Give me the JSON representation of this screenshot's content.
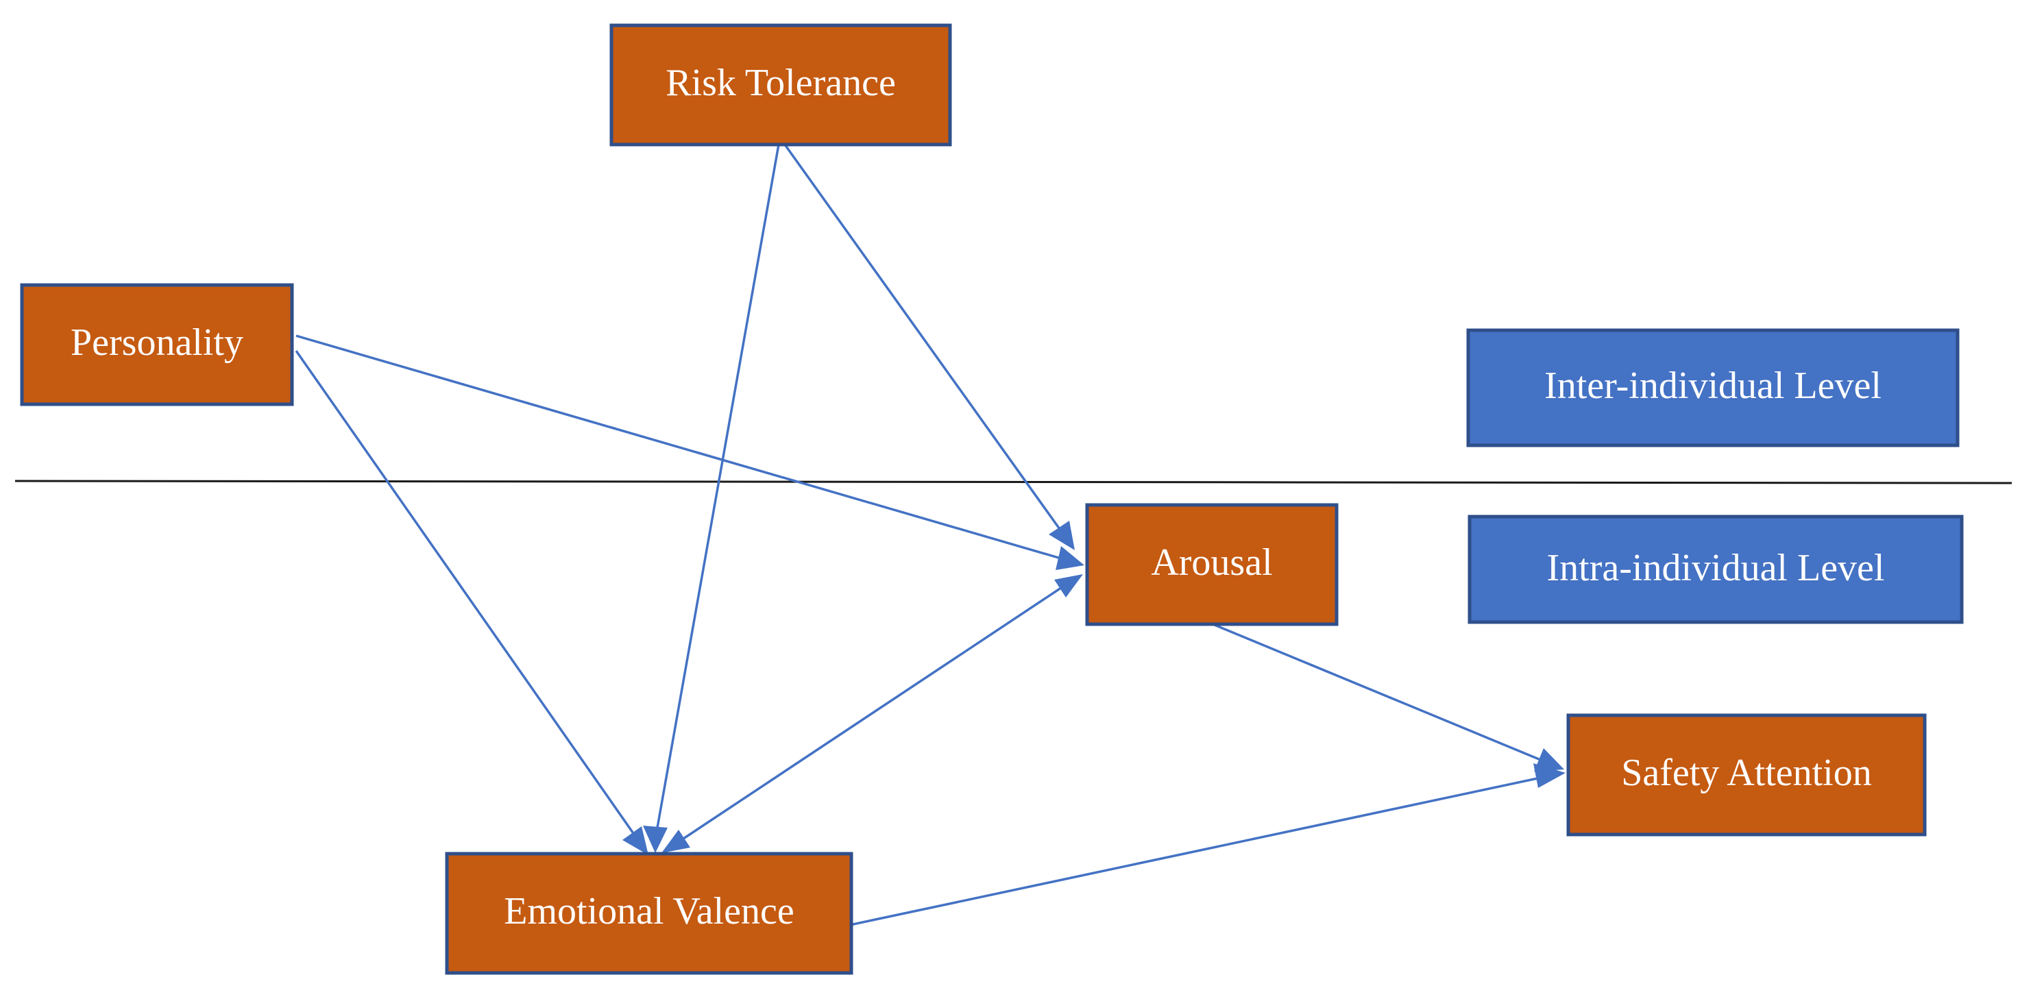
{
  "colors": {
    "construct_fill": "#c55a11",
    "level_fill": "#4472c4",
    "arrow": "#4472c4",
    "border": "#2f4f8a"
  },
  "nodes": {
    "risk_tolerance": "Risk Tolerance",
    "personality": "Personality",
    "arousal": "Arousal",
    "emotional_valence": "Emotional Valence",
    "safety_attention": "Safety Attention"
  },
  "levels": {
    "inter": "Inter-individual Level",
    "intra": "Intra-individual Level"
  },
  "edges": [
    {
      "from": "risk_tolerance",
      "to": "emotional_valence"
    },
    {
      "from": "risk_tolerance",
      "to": "arousal"
    },
    {
      "from": "personality",
      "to": "arousal"
    },
    {
      "from": "personality",
      "to": "emotional_valence"
    },
    {
      "from": "emotional_valence",
      "to": "arousal"
    },
    {
      "from": "arousal",
      "to": "safety_attention"
    },
    {
      "from": "emotional_valence",
      "to": "safety_attention"
    }
  ]
}
